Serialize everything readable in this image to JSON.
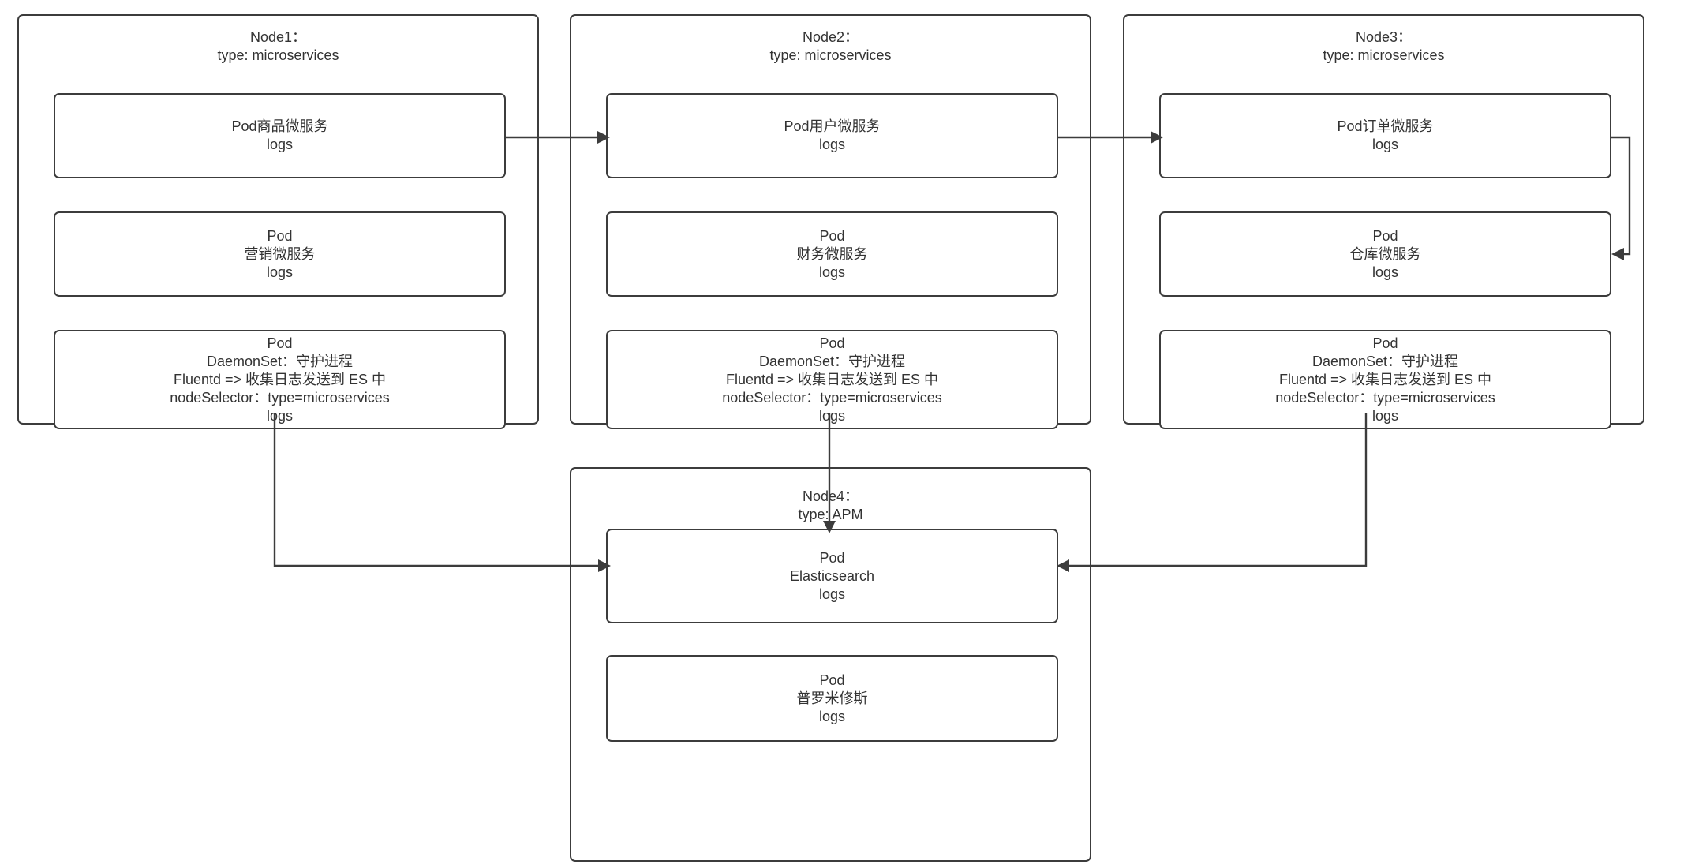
{
  "diagram": {
    "title": "Kubernetes microservices logging architecture",
    "stroke_color": "#3c3c3c",
    "text_color": "#333333",
    "background_color": "#ffffff"
  },
  "nodes": [
    {
      "id": "node1",
      "header": "Node1：\ntype: microservices",
      "pods": [
        {
          "id": "node1-pod-product",
          "label": "Pod商品微服务\nlogs"
        },
        {
          "id": "node1-pod-marketing",
          "label": "Pod\n营销微服务\nlogs"
        },
        {
          "id": "node1-pod-daemonset",
          "label": "Pod\nDaemonSet：守护进程\nFluentd => 收集日志发送到 ES 中\nnodeSelector：type=microservices\nlogs"
        }
      ]
    },
    {
      "id": "node2",
      "header": "Node2：\ntype: microservices",
      "pods": [
        {
          "id": "node2-pod-user",
          "label": "Pod用户微服务\nlogs"
        },
        {
          "id": "node2-pod-finance",
          "label": "Pod\n财务微服务\nlogs"
        },
        {
          "id": "node2-pod-daemonset",
          "label": "Pod\nDaemonSet：守护进程\nFluentd => 收集日志发送到 ES 中\nnodeSelector：type=microservices\nlogs"
        }
      ]
    },
    {
      "id": "node3",
      "header": "Node3：\ntype: microservices",
      "pods": [
        {
          "id": "node3-pod-order",
          "label": "Pod订单微服务\nlogs"
        },
        {
          "id": "node3-pod-warehouse",
          "label": "Pod\n仓库微服务\nlogs"
        },
        {
          "id": "node3-pod-daemonset",
          "label": "Pod\nDaemonSet：守护进程\nFluentd => 收集日志发送到 ES 中\nnodeSelector：type=microservices\nlogs"
        }
      ]
    },
    {
      "id": "node4",
      "header": "Node4：\ntype: APM",
      "pods": [
        {
          "id": "node4-pod-elasticsearch",
          "label": "Pod\nElasticsearch\nlogs"
        },
        {
          "id": "node4-pod-prometheus",
          "label": "Pod\n普罗米修斯\nlogs"
        }
      ]
    }
  ],
  "connections": [
    {
      "id": "node1-product-to-node2-user",
      "from": "node1-pod-product",
      "to": "node2-pod-user",
      "direction": "right"
    },
    {
      "id": "node2-user-to-node3-order",
      "from": "node2-pod-user",
      "to": "node3-pod-order",
      "direction": "right"
    },
    {
      "id": "node3-order-to-node3-warehouse",
      "from": "node3-pod-order",
      "to": "node3-pod-warehouse",
      "direction": "loop-left"
    },
    {
      "id": "node1-daemonset-to-elasticsearch",
      "from": "node1-pod-daemonset",
      "to": "node4-pod-elasticsearch",
      "direction": "down-right"
    },
    {
      "id": "node2-daemonset-to-elasticsearch",
      "from": "node2-pod-daemonset",
      "to": "node4-pod-elasticsearch",
      "direction": "down"
    },
    {
      "id": "node3-daemonset-to-elasticsearch",
      "from": "node3-pod-daemonset",
      "to": "node4-pod-elasticsearch",
      "direction": "down-left"
    }
  ]
}
